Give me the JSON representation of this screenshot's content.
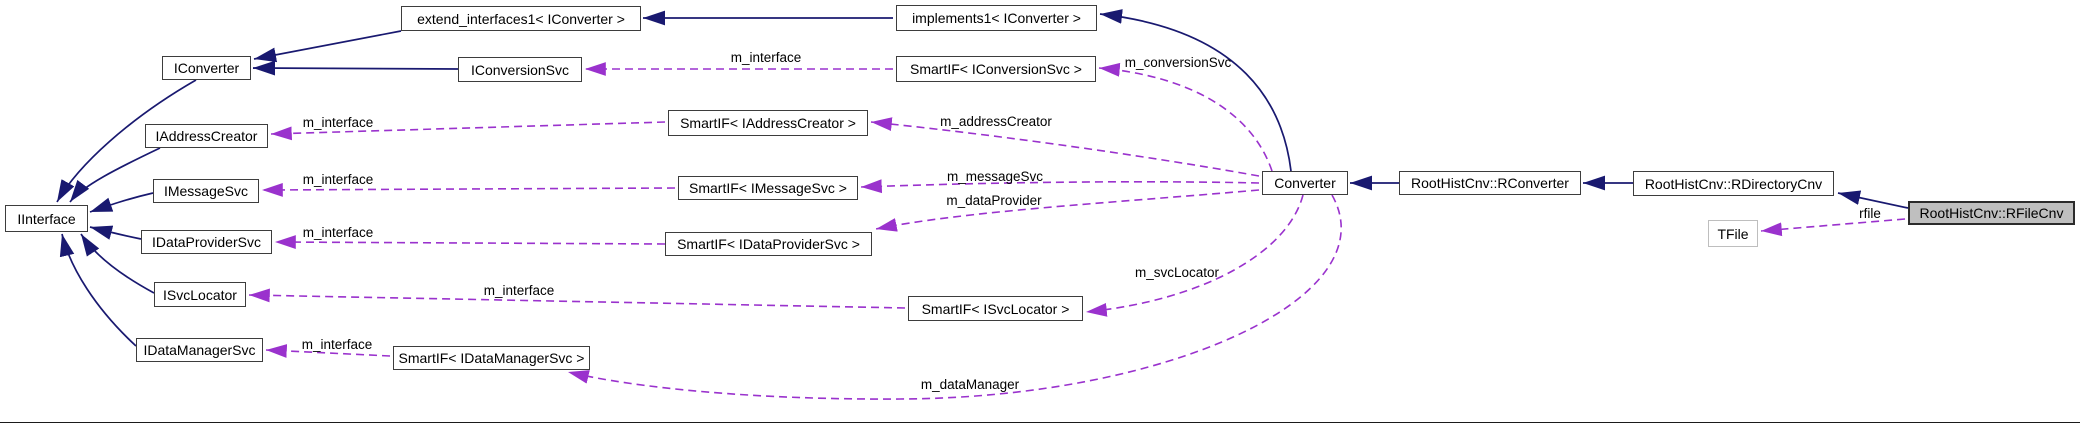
{
  "diagram": {
    "kind": "doxygen-collaboration-graph",
    "focus_node": "RootHistCnv::RFileCnv",
    "colors": {
      "inheritance": "#191970",
      "usage": "#9a32cd",
      "node_border": "#3d3d3d",
      "node_fill": "#ffffff",
      "highlight_fill": "#bfbfbf",
      "external_border": "#bebebe",
      "text": "#000000"
    },
    "nodes": [
      {
        "id": "iinterface",
        "label": "IInterface",
        "style": "normal"
      },
      {
        "id": "iconverter",
        "label": "IConverter",
        "style": "normal"
      },
      {
        "id": "iaddresscreator",
        "label": "IAddressCreator",
        "style": "normal"
      },
      {
        "id": "imessagesvc",
        "label": "IMessageSvc",
        "style": "normal"
      },
      {
        "id": "idataprovidersvc",
        "label": "IDataProviderSvc",
        "style": "normal"
      },
      {
        "id": "isvclocator",
        "label": "ISvcLocator",
        "style": "normal"
      },
      {
        "id": "idatamanagersvc",
        "label": "IDataManagerSvc",
        "style": "normal"
      },
      {
        "id": "extend_interfaces1_iconverter",
        "label": "extend_interfaces1< IConverter >",
        "style": "normal"
      },
      {
        "id": "implements1_iconverter",
        "label": "implements1< IConverter >",
        "style": "normal"
      },
      {
        "id": "iconversionsvc",
        "label": "IConversionSvc",
        "style": "normal"
      },
      {
        "id": "smartif_iconversionsvc",
        "label": "SmartIF< IConversionSvc >",
        "style": "normal"
      },
      {
        "id": "smartif_iaddresscreator",
        "label": "SmartIF< IAddressCreator >",
        "style": "normal"
      },
      {
        "id": "smartif_imessagesvc",
        "label": "SmartIF< IMessageSvc >",
        "style": "normal"
      },
      {
        "id": "smartif_idataprovidersvc",
        "label": "SmartIF< IDataProviderSvc >",
        "style": "normal"
      },
      {
        "id": "smartif_isvclocator",
        "label": "SmartIF< ISvcLocator >",
        "style": "normal"
      },
      {
        "id": "smartif_idatamanagersvc",
        "label": "SmartIF< IDataManagerSvc >",
        "style": "normal"
      },
      {
        "id": "converter",
        "label": "Converter",
        "style": "normal"
      },
      {
        "id": "roothistcnv_rconverter",
        "label": "RootHistCnv::RConverter",
        "style": "normal"
      },
      {
        "id": "roothistcnv_rdirectorycnv",
        "label": "RootHistCnv::RDirectoryCnv",
        "style": "normal"
      },
      {
        "id": "roothistcnv_rfilecnv",
        "label": "RootHistCnv::RFileCnv",
        "style": "highlight"
      },
      {
        "id": "tfile",
        "label": "TFile",
        "style": "external"
      }
    ],
    "edges": [
      {
        "id": "e1",
        "from": "implements1_iconverter",
        "to": "extend_interfaces1_iconverter",
        "kind": "inheritance",
        "label": ""
      },
      {
        "id": "e2",
        "from": "extend_interfaces1_iconverter",
        "to": "iconverter",
        "kind": "inheritance",
        "label": ""
      },
      {
        "id": "e3",
        "from": "iconversionsvc",
        "to": "iconverter",
        "kind": "inheritance",
        "label": ""
      },
      {
        "id": "e4",
        "from": "iconverter",
        "to": "iinterface",
        "kind": "inheritance",
        "label": ""
      },
      {
        "id": "e5",
        "from": "iaddresscreator",
        "to": "iinterface",
        "kind": "inheritance",
        "label": ""
      },
      {
        "id": "e6",
        "from": "imessagesvc",
        "to": "iinterface",
        "kind": "inheritance",
        "label": ""
      },
      {
        "id": "e7",
        "from": "idataprovidersvc",
        "to": "iinterface",
        "kind": "inheritance",
        "label": ""
      },
      {
        "id": "e8",
        "from": "isvclocator",
        "to": "iinterface",
        "kind": "inheritance",
        "label": ""
      },
      {
        "id": "e9",
        "from": "idatamanagersvc",
        "to": "iinterface",
        "kind": "inheritance",
        "label": ""
      },
      {
        "id": "e10",
        "from": "converter",
        "to": "implements1_iconverter",
        "kind": "inheritance",
        "label": ""
      },
      {
        "id": "e11",
        "from": "roothistcnv_rconverter",
        "to": "converter",
        "kind": "inheritance",
        "label": ""
      },
      {
        "id": "e12",
        "from": "roothistcnv_rdirectorycnv",
        "to": "roothistcnv_rconverter",
        "kind": "inheritance",
        "label": ""
      },
      {
        "id": "e13",
        "from": "roothistcnv_rfilecnv",
        "to": "roothistcnv_rdirectorycnv",
        "kind": "inheritance",
        "label": ""
      },
      {
        "id": "e14",
        "from": "smartif_iconversionsvc",
        "to": "iconversionsvc",
        "kind": "usage",
        "label": "m_interface"
      },
      {
        "id": "e15",
        "from": "converter",
        "to": "smartif_iconversionsvc",
        "kind": "usage",
        "label": "m_conversionSvc"
      },
      {
        "id": "e16",
        "from": "smartif_iaddresscreator",
        "to": "iaddresscreator",
        "kind": "usage",
        "label": "m_interface"
      },
      {
        "id": "e17",
        "from": "converter",
        "to": "smartif_iaddresscreator",
        "kind": "usage",
        "label": "m_addressCreator"
      },
      {
        "id": "e18",
        "from": "smartif_imessagesvc",
        "to": "imessagesvc",
        "kind": "usage",
        "label": "m_interface"
      },
      {
        "id": "e19",
        "from": "converter",
        "to": "smartif_imessagesvc",
        "kind": "usage",
        "label": "m_messageSvc"
      },
      {
        "id": "e20",
        "from": "smartif_idataprovidersvc",
        "to": "idataprovidersvc",
        "kind": "usage",
        "label": "m_interface"
      },
      {
        "id": "e21",
        "from": "converter",
        "to": "smartif_idataprovidersvc",
        "kind": "usage",
        "label": "m_dataProvider"
      },
      {
        "id": "e22",
        "from": "smartif_isvclocator",
        "to": "isvclocator",
        "kind": "usage",
        "label": "m_interface"
      },
      {
        "id": "e23",
        "from": "converter",
        "to": "smartif_isvclocator",
        "kind": "usage",
        "label": "m_svcLocator"
      },
      {
        "id": "e24",
        "from": "smartif_idatamanagersvc",
        "to": "idatamanagersvc",
        "kind": "usage",
        "label": "m_interface"
      },
      {
        "id": "e25",
        "from": "converter",
        "to": "smartif_idatamanagersvc",
        "kind": "usage",
        "label": "m_dataManager"
      },
      {
        "id": "e26",
        "from": "roothistcnv_rfilecnv",
        "to": "tfile",
        "kind": "usage",
        "label": "rfile"
      }
    ]
  }
}
